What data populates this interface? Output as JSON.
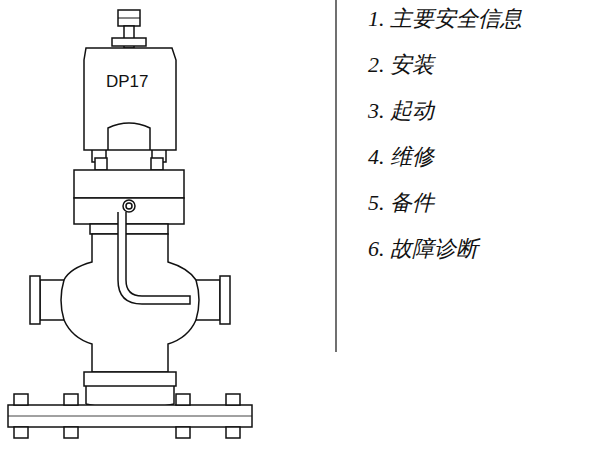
{
  "diagram": {
    "labels": [
      "DP17",
      "1. 主要安全信息",
      "2. 安装",
      "3. 起动",
      "4. 维修",
      "5. 备件",
      "6. 故障诊断"
    ]
  }
}
